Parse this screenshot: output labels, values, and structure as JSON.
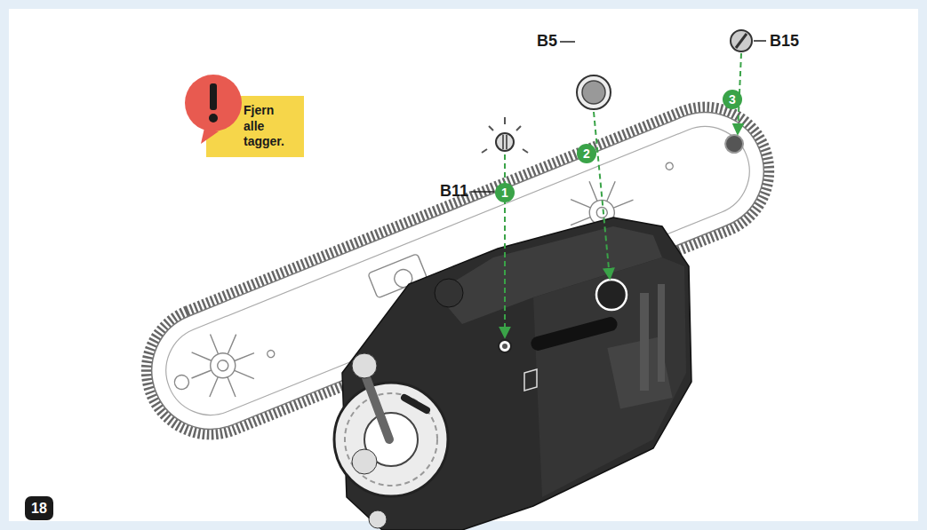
{
  "diagram": {
    "nodes": [
      {
        "text": [
          "Fjern alle tagger."
        ]
      },
      {
        "text": [
          "1"
        ]
      },
      {
        "text": [
          "2"
        ]
      },
      {
        "text": [
          "3"
        ]
      },
      {
        "text": [
          "18"
        ]
      }
    ],
    "labels": [
      "B11",
      "B5",
      "B15"
    ]
  }
}
